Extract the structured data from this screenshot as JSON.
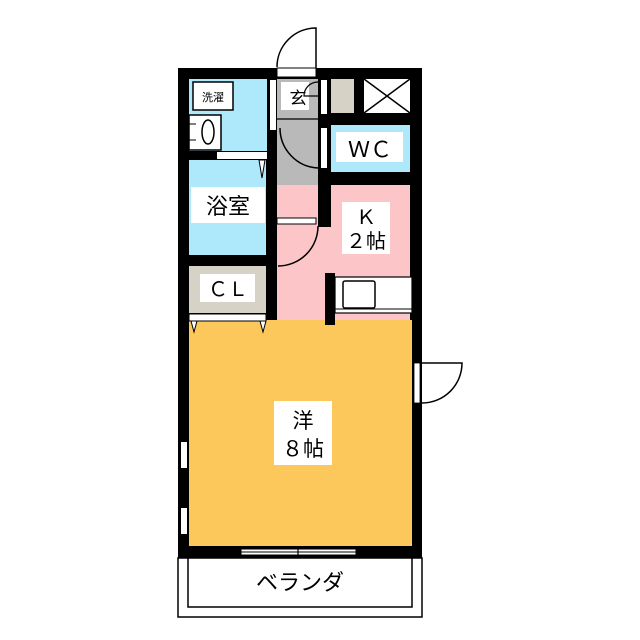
{
  "floorplan": {
    "rooms": {
      "laundry": {
        "label": "洗濯"
      },
      "entrance": {
        "label": "玄"
      },
      "wc": {
        "label": "ＷＣ"
      },
      "bath": {
        "label": "浴室"
      },
      "kitchen": {
        "label_line1": "Ｋ",
        "label_line2": "２帖"
      },
      "closet": {
        "label": "ＣＬ"
      },
      "western_room": {
        "label_line1": "洋",
        "label_line2": "８帖"
      },
      "veranda": {
        "label": "ベランダ"
      }
    },
    "colors": {
      "wall": "#000000",
      "wet_area": "#aee9fb",
      "hallway": "#b9b9b9",
      "kitchen": "#fcc6c8",
      "western_room": "#fcc85c",
      "storage": "#d6d2c6",
      "white": "#ffffff"
    }
  }
}
